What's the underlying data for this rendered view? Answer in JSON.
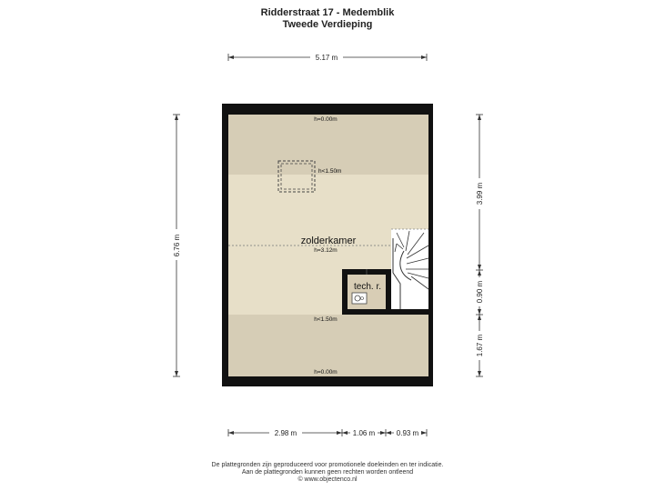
{
  "header": {
    "title": "Ridderstraat 17 - Medemblik",
    "subtitle": "Tweede Verdieping"
  },
  "dimensions": {
    "top_width": "5.17 m",
    "left_height": "6.76 m",
    "right_upper": "3.99 m",
    "right_middle": "0.90 m",
    "right_lower": "1.67 m",
    "bottom_left": "2.98 m",
    "bottom_middle": "1.06 m",
    "bottom_right": "0.93 m"
  },
  "rooms": {
    "main_name": "zolderkamer",
    "main_height": "h=3.12m",
    "tech_name": "tech. r."
  },
  "height_labels": {
    "top_edge": "h=0.00m",
    "skylight": "h<1.50m",
    "lower_slope": "h<1.50m",
    "bottom_edge": "h=0.00m"
  },
  "colors": {
    "wall": "#111111",
    "low_zone": "#d6cdb6",
    "floor": "#e7dfc8",
    "tech_room": "#d8cdb5"
  },
  "footer": {
    "line1": "De plattegronden zijn geproduceerd voor promotionele doeleinden en ter indicatie.",
    "line2": "Aan de plattegronden kunnen geen rechten worden ontleend",
    "line3": "© www.objectenco.nl"
  }
}
